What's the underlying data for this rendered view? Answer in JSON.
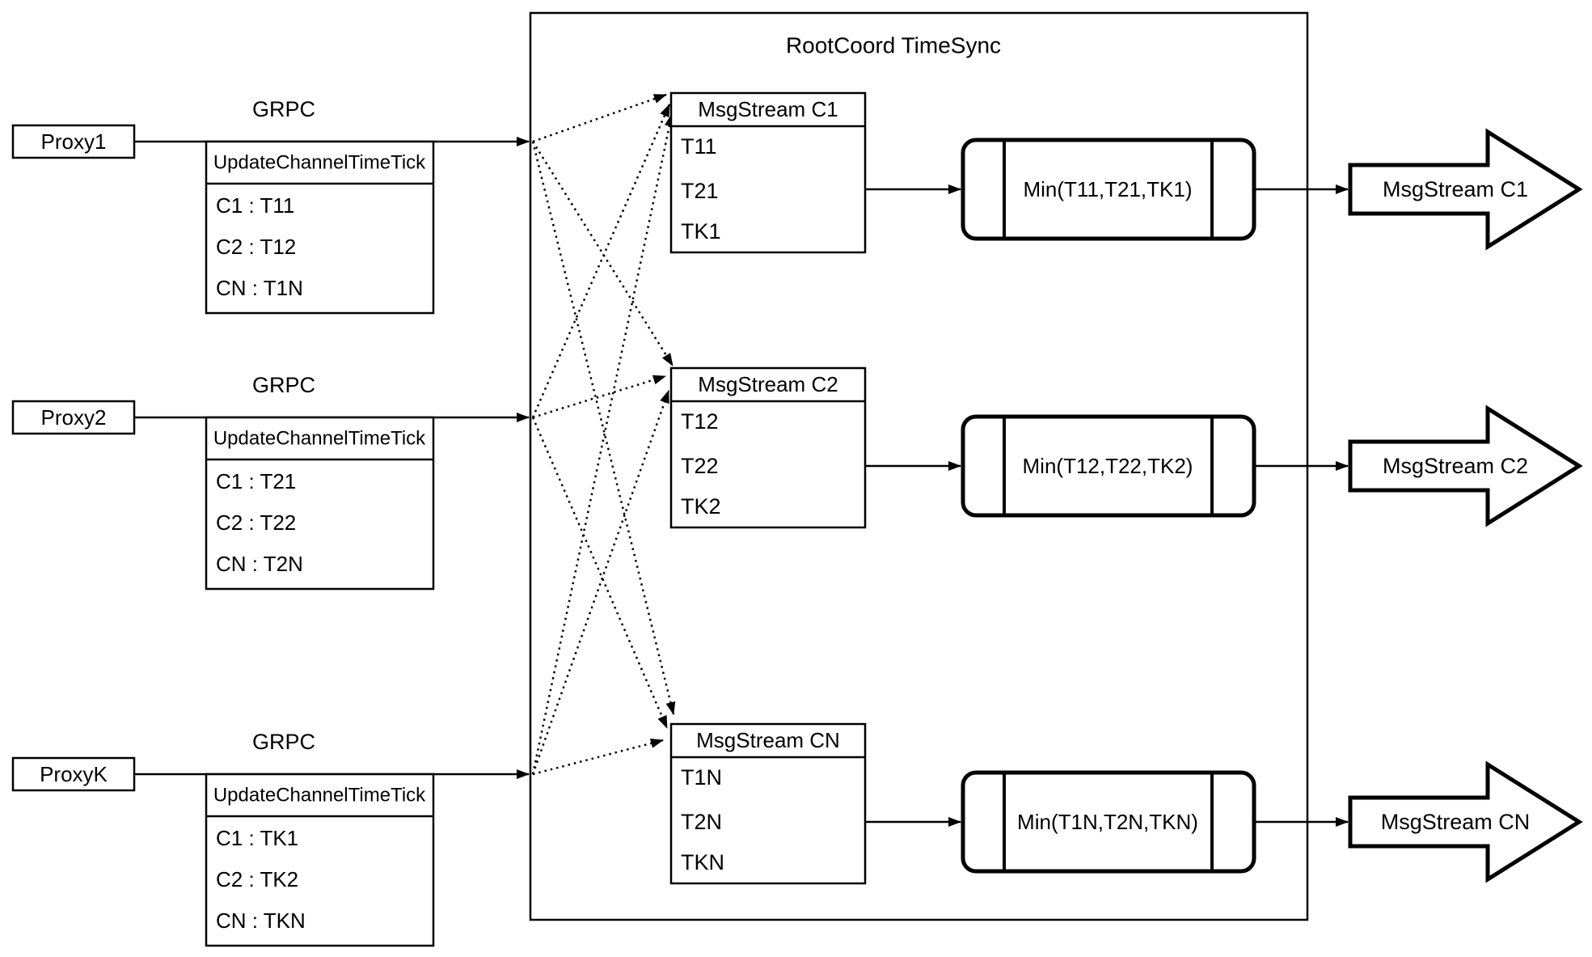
{
  "diagram": {
    "title": "RootCoord TimeSync",
    "grpc_label": "GRPC",
    "colors": {
      "stroke": "#000000",
      "background": "#ffffff"
    },
    "proxies": [
      {
        "name": "Proxy1",
        "table_header": "UpdateChannelTimeTick",
        "ticks": [
          "C1 :  T11",
          "C2 :  T12",
          "CN : T1N"
        ]
      },
      {
        "name": "Proxy2",
        "table_header": "UpdateChannelTimeTick",
        "ticks": [
          "C1 :  T21",
          "C2 :  T22",
          "CN : T2N"
        ]
      },
      {
        "name": "ProxyK",
        "table_header": "UpdateChannelTimeTick",
        "ticks": [
          "C1 :  TK1",
          "C2 :  TK2",
          "CN : TKN"
        ]
      }
    ],
    "channels": [
      {
        "msgstream_header": "MsgStream C1",
        "timestamps": [
          "T11",
          "T21",
          "TK1"
        ],
        "min_label": "Min(T11,T21,TK1)",
        "output_label": "MsgStream C1"
      },
      {
        "msgstream_header": "MsgStream C2",
        "timestamps": [
          "T12",
          "T22",
          "TK2"
        ],
        "min_label": "Min(T12,T22,TK2)",
        "output_label": "MsgStream C2"
      },
      {
        "msgstream_header": "MsgStream CN",
        "timestamps": [
          "T1N",
          "T2N",
          "TKN"
        ],
        "min_label": "Min(T1N,T2N,TKN)",
        "output_label": "MsgStream CN"
      }
    ]
  }
}
